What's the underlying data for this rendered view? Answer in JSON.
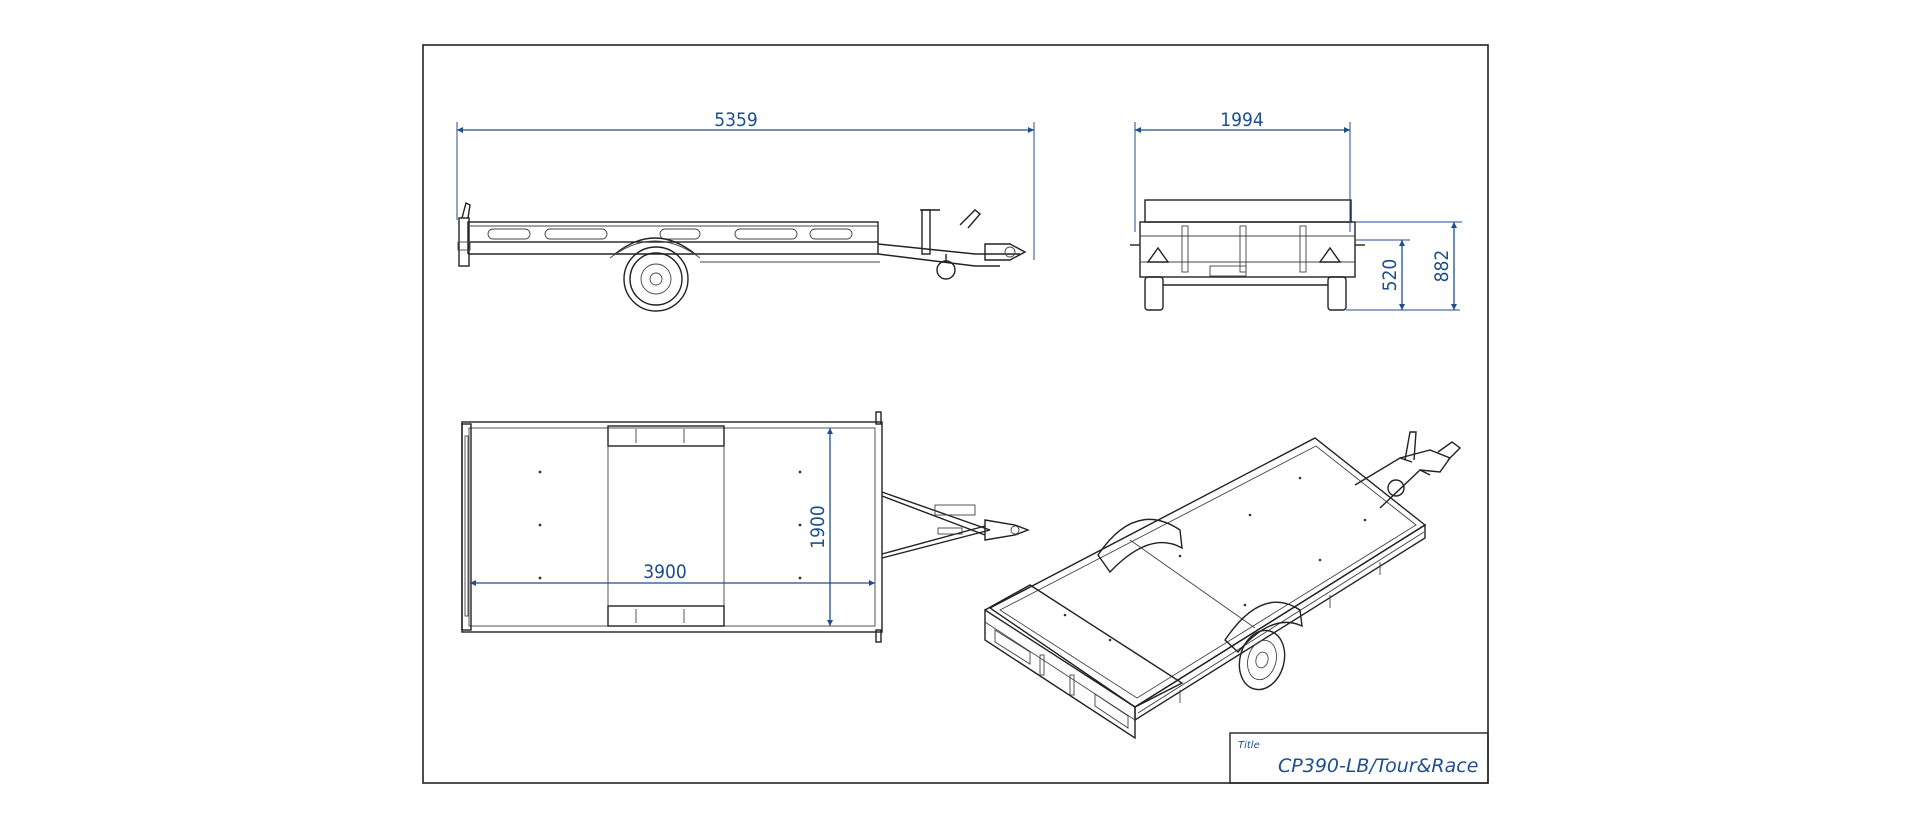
{
  "dimensions": {
    "overall_length": "5359",
    "overall_width": "1994",
    "deck_height": "520",
    "overall_height": "882",
    "inner_width": "1900",
    "inner_length": "3900"
  },
  "title_block": {
    "label": "Title",
    "value": "CP390-LB/Tour&Race"
  },
  "colors": {
    "dimension": "#1f4e8c",
    "line": "#222222"
  }
}
